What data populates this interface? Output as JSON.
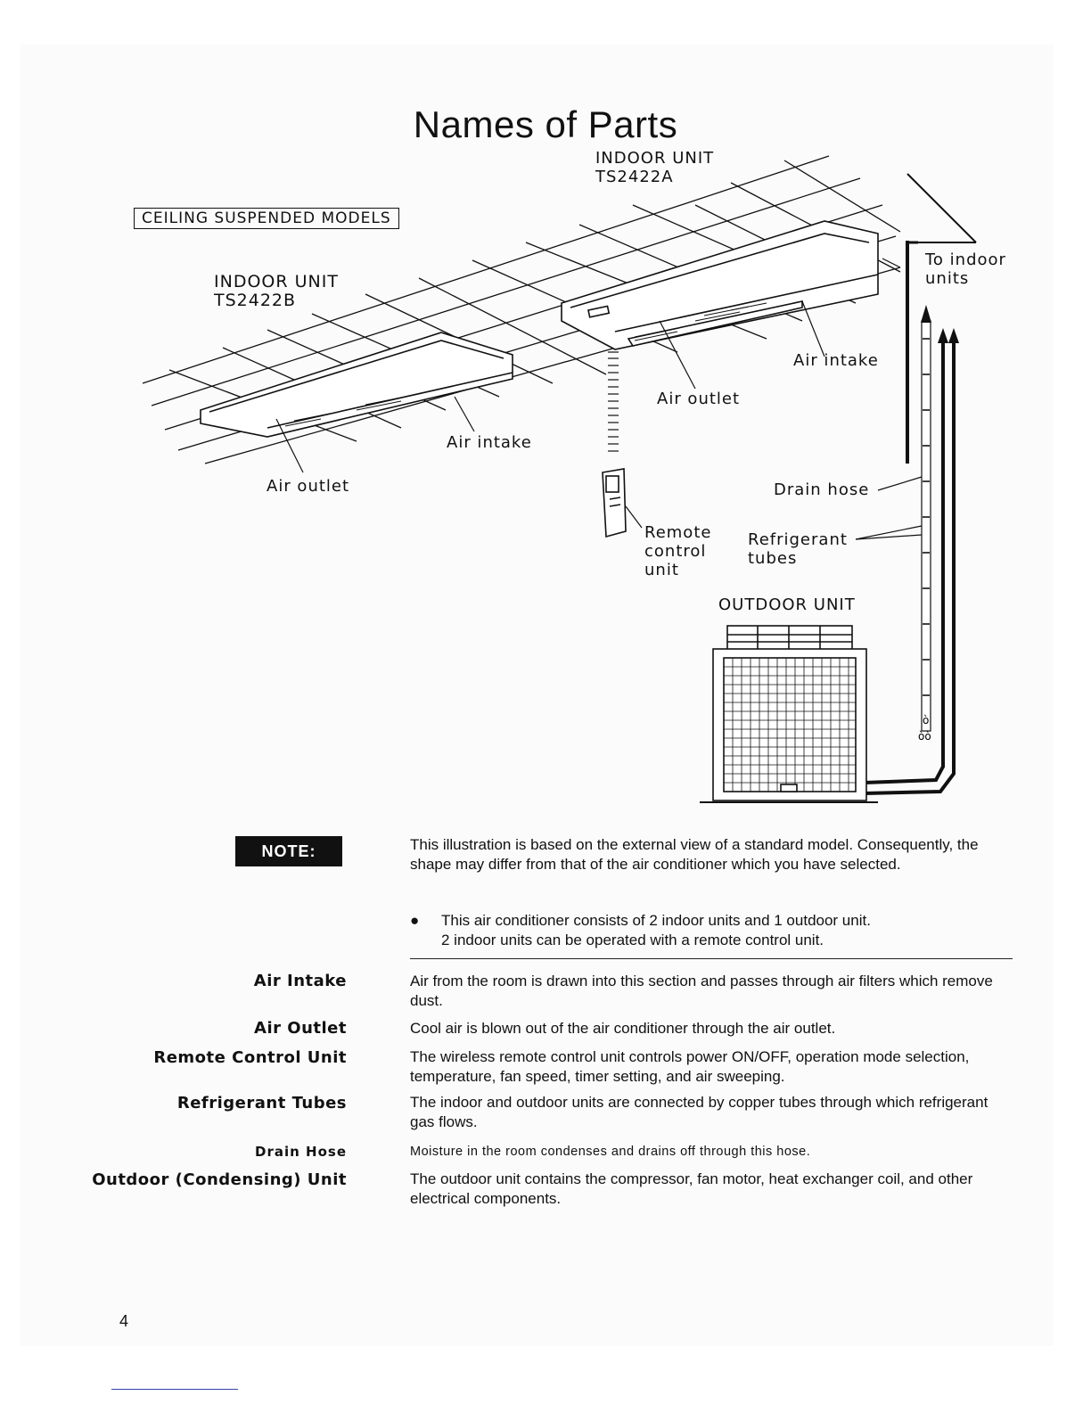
{
  "title": "Names of Parts",
  "diagram": {
    "models_box": "CEILING SUSPENDED MODELS",
    "indoor_a": {
      "line1": "INDOOR UNIT",
      "line2": "TS2422A"
    },
    "indoor_b": {
      "line1": "INDOOR UNIT",
      "line2": "TS2422B"
    },
    "to_indoor": {
      "line1": "To indoor",
      "line2": "units"
    },
    "air_intake_right": "Air intake",
    "air_outlet_right": "Air outlet",
    "air_intake_left": "Air intake",
    "air_outlet_left": "Air outlet",
    "drain_hose": "Drain hose",
    "remote": {
      "line1": "Remote",
      "line2": "control",
      "line3": "unit"
    },
    "refrigerant": {
      "line1": "Refrigerant",
      "line2": "tubes"
    },
    "outdoor_unit": "OUTDOOR UNIT"
  },
  "note": {
    "badge": "NOTE:",
    "text": "This illustration is based on the external view of a standard model. Consequently, the shape may differ from that of the air conditioner which you have selected.",
    "bullet_symbol": "●",
    "bullet_line1": "This air conditioner consists of 2 indoor units and 1 outdoor unit.",
    "bullet_line2": "2 indoor units can be operated with a remote control unit."
  },
  "parts": [
    {
      "term": "Air Intake",
      "desc": "Air from the room is drawn into this section and passes through air filters which remove dust."
    },
    {
      "term": "Air Outlet",
      "desc": "Cool air is blown out of the air conditioner through the air outlet."
    },
    {
      "term": "Remote Control Unit",
      "desc": "The wireless remote control unit controls power ON/OFF, operation mode selection, temperature, fan speed, timer setting, and air sweeping."
    },
    {
      "term": "Refrigerant Tubes",
      "desc": "The indoor and outdoor units are connected by copper tubes through which refrigerant gas flows."
    },
    {
      "term": "Drain Hose",
      "desc": "Moisture in the room condenses and drains off through this hose."
    },
    {
      "term": "Outdoor (Condensing) Unit",
      "desc": "The outdoor unit contains the compressor, fan motor, heat exchanger coil, and other electrical components."
    }
  ],
  "page_number": "4"
}
